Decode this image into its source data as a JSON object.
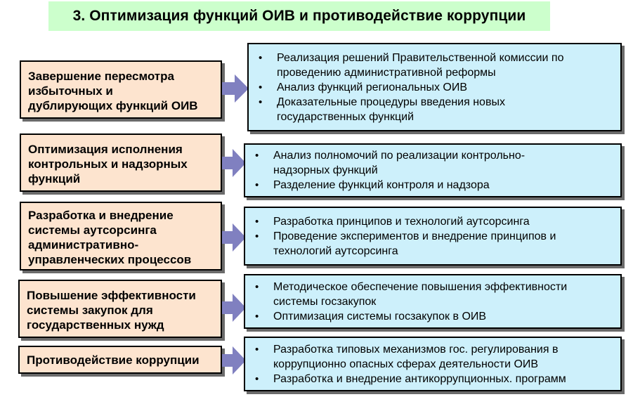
{
  "title": "3. Оптимизация функций ОИВ и противодействие коррупции",
  "rows": [
    {
      "label_lines": [
        "Завершение пересмотра",
        "избыточных и",
        "дублирующих функций ОИВ"
      ],
      "items": [
        [
          "Реализация решений Правительственной комиссии по",
          "проведению административной реформы"
        ],
        [
          "Анализ функций региональных ОИВ"
        ],
        [
          "Доказательные процедуры введения новых",
          "государственных функций"
        ]
      ]
    },
    {
      "label_lines": [
        "Оптимизация исполнения",
        "контрольных и надзорных",
        "функций"
      ],
      "items": [
        [
          "Анализ полномочий по реализации контрольно-",
          "надзорных функций"
        ],
        [
          "Разделение функций контроля и надзора"
        ]
      ]
    },
    {
      "label_lines": [
        "Разработка и внедрение",
        "системы аутсорсинга",
        "административно-",
        "управленческих процессов"
      ],
      "items": [
        [
          "Разработка принципов и технологий аутсорсинга"
        ],
        [
          "Проведение экспериментов и внедрение принципов и",
          "технологий аутсорсинга"
        ]
      ]
    },
    {
      "label_lines": [
        "Повышение эффективности",
        "системы закупок для",
        "государственных нужд"
      ],
      "items": [
        [
          "Методическое обеспечение повышения эффективности",
          "системы госзакупок"
        ],
        [
          "Оптимизация системы госзакупок в ОИВ"
        ]
      ]
    },
    {
      "label_lines": [
        "Противодействие коррупции"
      ],
      "items": [
        [
          "Разработка типовых механизмов гос. регулирования в",
          "коррупционно опасных сферах деятельности ОИВ"
        ],
        [
          "Разработка и внедрение антикоррупционных. программ"
        ]
      ]
    }
  ],
  "colors": {
    "title_bg": "#ccffcc",
    "left_box_bg": "#fde4cf",
    "right_box_bg": "#cdf0fb",
    "arrow": "#8080c0",
    "shadow": "#6b6b6b"
  },
  "icons": {
    "connector": "right-arrow-icon"
  }
}
